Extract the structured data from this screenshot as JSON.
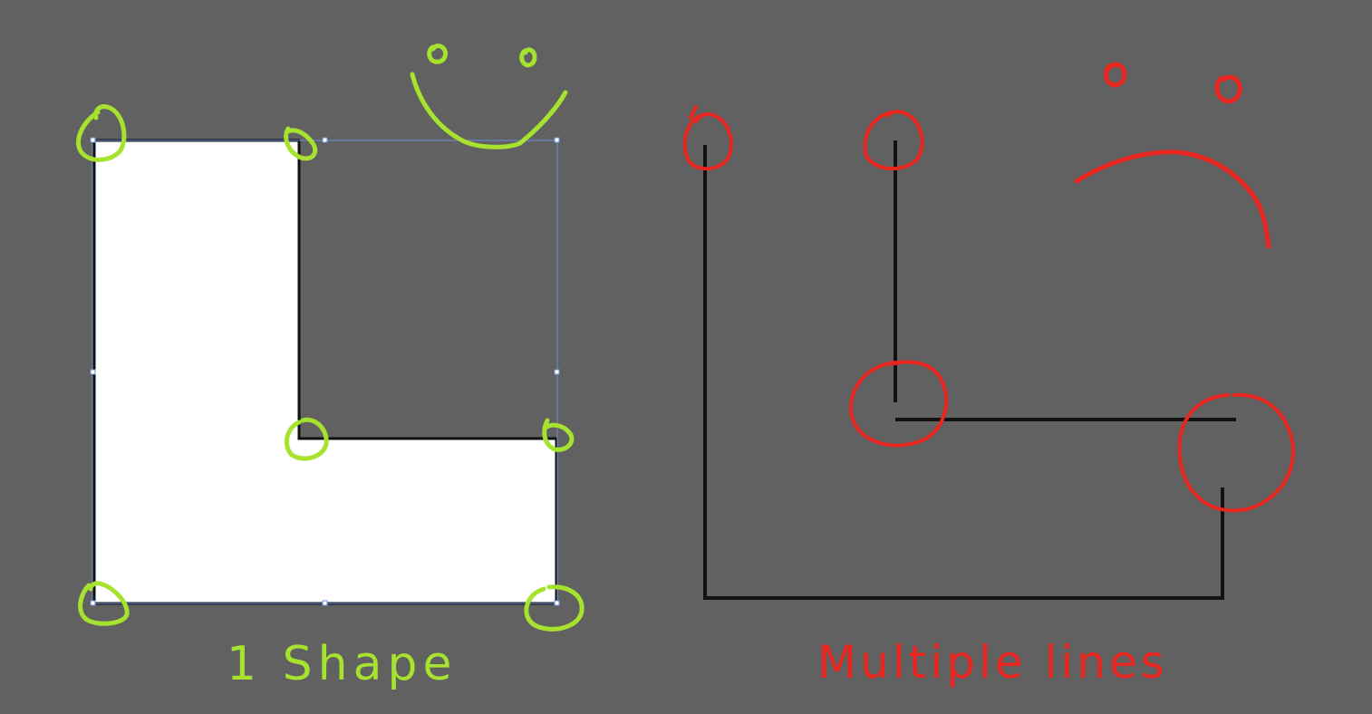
{
  "colors": {
    "background": "#616161",
    "shape_fill": "#ffffff",
    "line": "#111111",
    "selection": "#6d8fd6",
    "good_annotation": "#a6e22e",
    "bad_annotation": "#e8261f"
  },
  "left_panel": {
    "caption": "1 Shape",
    "face": "smiley-face"
  },
  "right_panel": {
    "caption": "Multiple lines",
    "face": "sad-face"
  }
}
